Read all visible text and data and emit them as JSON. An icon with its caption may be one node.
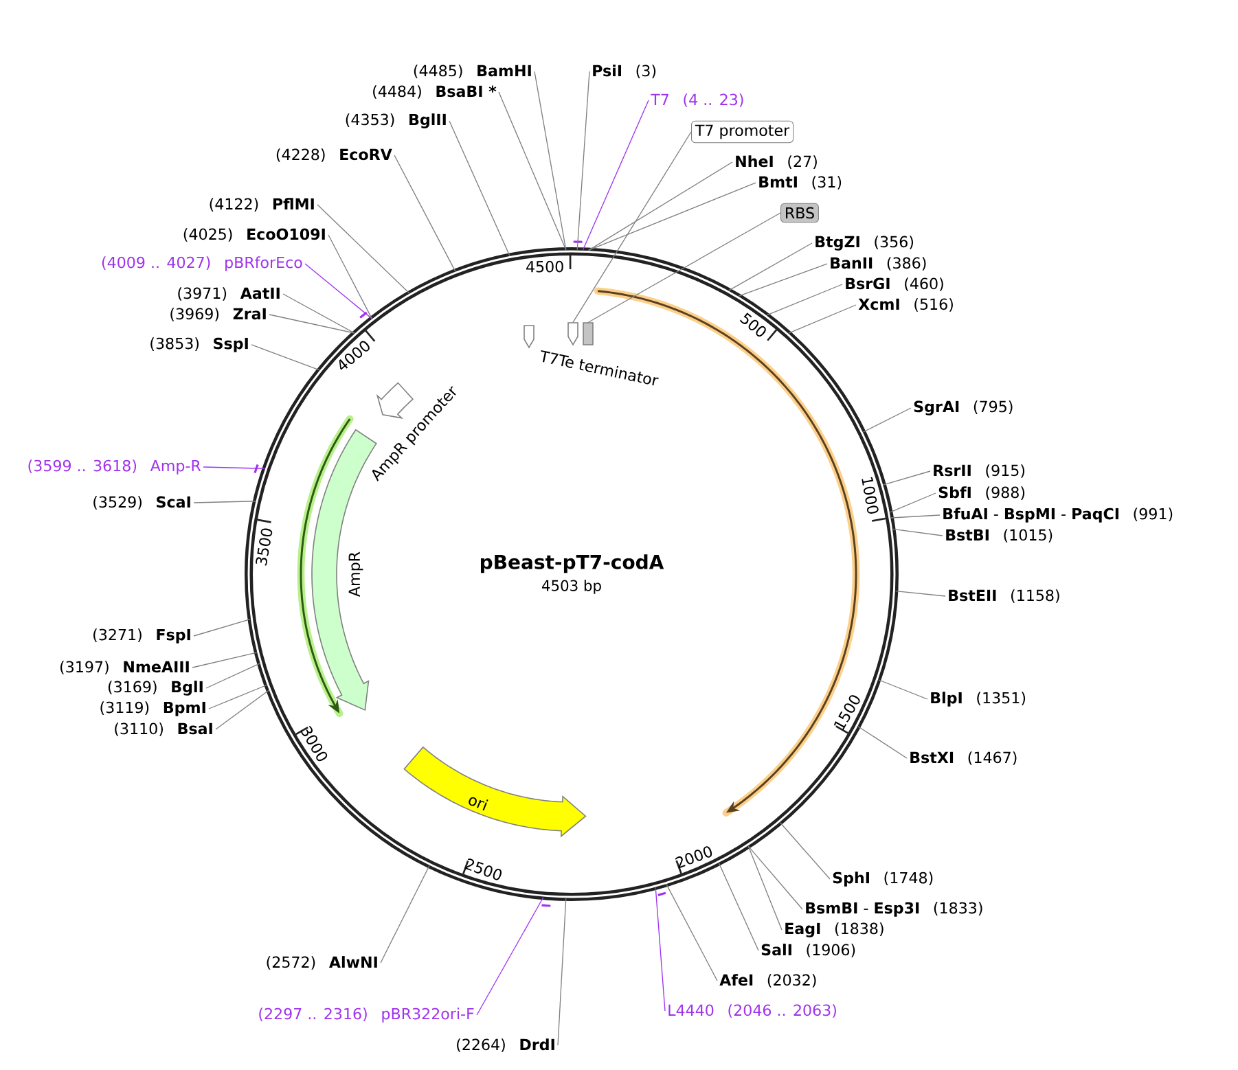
{
  "diagram": {
    "nodes": [
      {
        "text": [
          "pBeast-pT7-codA",
          "4503 bp"
        ]
      },
      {
        "text": [],
        "shape": "arrow",
        "in": 0
      },
      {
        "text": [],
        "shape": "arrow",
        "in": 0
      },
      {
        "text": [
          "AmpR promoter"
        ],
        "in": 0
      },
      {
        "text": [
          "AmpR"
        ],
        "in": 0
      },
      {
        "text": [
          "ori"
        ],
        "in": 0
      },
      {
        "text": [
          "T7Te terminator"
        ],
        "in": 0
      },
      {
        "text": [],
        "shape": "arrow",
        "in": 0
      },
      {
        "text": [],
        "shape": "box",
        "in": 0
      },
      {
        "text": [
          "PsiI",
          "(3)"
        ]
      },
      {
        "text": [
          "T7",
          "(4 .. 23)"
        ]
      },
      {
        "text": [
          "T7 promoter"
        ]
      },
      {
        "text": [
          "NheI",
          "(27)"
        ]
      },
      {
        "text": [
          "BmtI",
          "(31)"
        ]
      },
      {
        "text": [
          "RBS"
        ]
      },
      {
        "text": [
          "BtgZI",
          "(356)"
        ]
      },
      {
        "text": [
          "BanII",
          "(386)"
        ]
      },
      {
        "text": [
          "BsrGI",
          "(460)"
        ]
      },
      {
        "text": [
          "XcmI",
          "(516)"
        ]
      },
      {
        "text": [
          "SgrAI",
          "(795)"
        ]
      },
      {
        "text": [
          "RsrII",
          "(915)"
        ]
      },
      {
        "text": [
          "SbfI",
          "(988)"
        ]
      },
      {
        "text": [
          "**BfuAI** - **BspMI** - **PaqCI**",
          "(991)"
        ]
      },
      {
        "text": [
          "BstBI",
          "(1015)"
        ]
      },
      {
        "text": [
          "BstEII",
          "(1158)"
        ]
      },
      {
        "text": [
          "BlpI",
          "(1351)"
        ]
      },
      {
        "text": [
          "BstXI",
          "(1467)"
        ]
      },
      {
        "text": [
          "SphI",
          "(1748)"
        ]
      },
      {
        "text": [
          "**BsmBI** - **Esp3I**",
          "(1833)"
        ]
      },
      {
        "text": [
          "EagI",
          "(1838)"
        ]
      },
      {
        "text": [
          "SalI",
          "(1906)"
        ]
      },
      {
        "text": [
          "AfeI",
          "(2032)"
        ]
      },
      {
        "text": [
          "L4440",
          "(2046 .. 2063)"
        ]
      },
      {
        "text": [
          "(2264)",
          "DrdI"
        ]
      },
      {
        "text": [
          "(2297 .. 2316)",
          "pBR322ori-F"
        ]
      },
      {
        "text": [
          "(2572)",
          "AlwNI"
        ]
      },
      {
        "text": [
          "(3110)",
          "BsaI"
        ]
      },
      {
        "text": [
          "(3119)",
          "BpmI"
        ]
      },
      {
        "text": [
          "(3169)",
          "BglI"
        ]
      },
      {
        "text": [
          "(3197)",
          "NmeAIII"
        ]
      },
      {
        "text": [
          "(3271)",
          "FspI"
        ]
      },
      {
        "text": [
          "(3529)",
          "ScaI"
        ]
      },
      {
        "text": [
          "(3599 .. 3618)",
          "Amp-R"
        ]
      },
      {
        "text": [
          "(3853)",
          "SspI"
        ]
      },
      {
        "text": [
          "(3969)",
          "ZraI"
        ]
      },
      {
        "text": [
          "(3971)",
          "AatII"
        ]
      },
      {
        "text": [
          "(4009 .. 4027)",
          "pBRforEco"
        ]
      },
      {
        "text": [
          "(4025)",
          "EcoO109I"
        ]
      },
      {
        "text": [
          "(4122)",
          "PflMI"
        ]
      },
      {
        "text": [
          "(4228)",
          "EcoRV"
        ]
      },
      {
        "text": [
          "(4353)",
          "BglII"
        ]
      },
      {
        "text": [
          "(4484)",
          "BsaBI *"
        ]
      },
      {
        "text": [
          "(4485)",
          "BamHI"
        ]
      }
    ],
    "edges": [
      {
        "from": 9,
        "to": 0,
        "arrow": "none"
      },
      {
        "from": 10,
        "to": 0,
        "arrow": "none",
        "color": "#a033ee"
      },
      {
        "from": 11,
        "to": 7,
        "arrow": "none"
      },
      {
        "from": 12,
        "to": 0,
        "arrow": "none"
      },
      {
        "from": 13,
        "to": 0,
        "arrow": "none"
      },
      {
        "from": 14,
        "to": 8,
        "arrow": "none"
      },
      {
        "from": 15,
        "to": 0,
        "arrow": "none"
      },
      {
        "from": 16,
        "to": 0,
        "arrow": "none"
      },
      {
        "from": 17,
        "to": 0,
        "arrow": "none"
      },
      {
        "from": 18,
        "to": 0,
        "arrow": "none"
      },
      {
        "from": 19,
        "to": 0,
        "arrow": "none"
      },
      {
        "from": 20,
        "to": 0,
        "arrow": "none"
      },
      {
        "from": 21,
        "to": 0,
        "arrow": "none"
      },
      {
        "from": 22,
        "to": 0,
        "arrow": "none"
      },
      {
        "from": 23,
        "to": 0,
        "arrow": "none"
      },
      {
        "from": 24,
        "to": 0,
        "arrow": "none"
      },
      {
        "from": 25,
        "to": 0,
        "arrow": "none"
      },
      {
        "from": 26,
        "to": 0,
        "arrow": "none"
      },
      {
        "from": 27,
        "to": 0,
        "arrow": "none"
      },
      {
        "from": 28,
        "to": 0,
        "arrow": "none"
      },
      {
        "from": 29,
        "to": 0,
        "arrow": "none"
      },
      {
        "from": 30,
        "to": 0,
        "arrow": "none"
      },
      {
        "from": 31,
        "to": 0,
        "arrow": "none"
      },
      {
        "from": 32,
        "to": 0,
        "arrow": "none",
        "color": "#a033ee"
      },
      {
        "from": 33,
        "to": 0,
        "arrow": "none"
      },
      {
        "from": 34,
        "to": 0,
        "arrow": "none",
        "color": "#a033ee"
      },
      {
        "from": 35,
        "to": 0,
        "arrow": "none"
      },
      {
        "from": 36,
        "to": 0,
        "arrow": "none"
      },
      {
        "from": 37,
        "to": 0,
        "arrow": "none"
      },
      {
        "from": 38,
        "to": 0,
        "arrow": "none"
      },
      {
        "from": 39,
        "to": 0,
        "arrow": "none"
      },
      {
        "from": 40,
        "to": 0,
        "arrow": "none"
      },
      {
        "from": 41,
        "to": 0,
        "arrow": "none"
      },
      {
        "from": 42,
        "to": 0,
        "arrow": "none",
        "color": "#a033ee"
      },
      {
        "from": 43,
        "to": 0,
        "arrow": "none"
      },
      {
        "from": 44,
        "to": 0,
        "arrow": "none"
      },
      {
        "from": 45,
        "to": 0,
        "arrow": "none"
      },
      {
        "from": 46,
        "to": 0,
        "arrow": "none",
        "color": "#a033ee"
      },
      {
        "from": 47,
        "to": 0,
        "arrow": "none"
      },
      {
        "from": 48,
        "to": 0,
        "arrow": "none"
      },
      {
        "from": 49,
        "to": 0,
        "arrow": "none"
      },
      {
        "from": 50,
        "to": 0,
        "arrow": "none"
      },
      {
        "from": 51,
        "to": 0,
        "arrow": "none"
      },
      {
        "from": 52,
        "to": 0,
        "arrow": "none"
      }
    ],
    "labels": [
      "500",
      "1000",
      "1500",
      "2000",
      "2500",
      "3000",
      "3500",
      "4000",
      "4500"
    ]
  }
}
